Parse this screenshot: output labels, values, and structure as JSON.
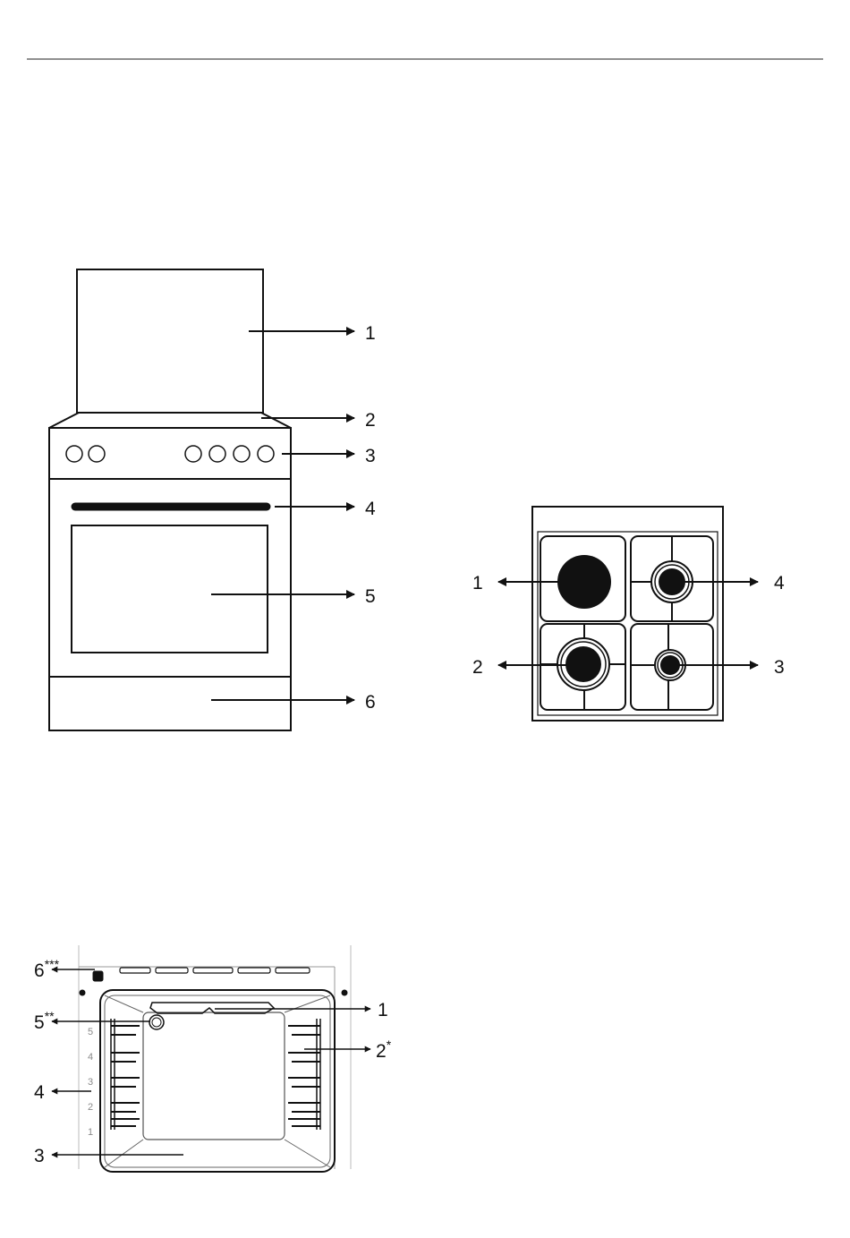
{
  "cooker": {
    "callouts": [
      "1",
      "2",
      "3",
      "4",
      "5",
      "6"
    ]
  },
  "hob": {
    "callouts": [
      "1",
      "2",
      "3",
      "4"
    ]
  },
  "oven": {
    "callouts": [
      {
        "label": "1",
        "sup": ""
      },
      {
        "label": "2",
        "sup": "*"
      },
      {
        "label": "3",
        "sup": ""
      },
      {
        "label": "4",
        "sup": ""
      },
      {
        "label": "5",
        "sup": "**"
      },
      {
        "label": "6",
        "sup": "***"
      }
    ],
    "rack_numbers": [
      "5",
      "4",
      "3",
      "2",
      "1"
    ]
  }
}
